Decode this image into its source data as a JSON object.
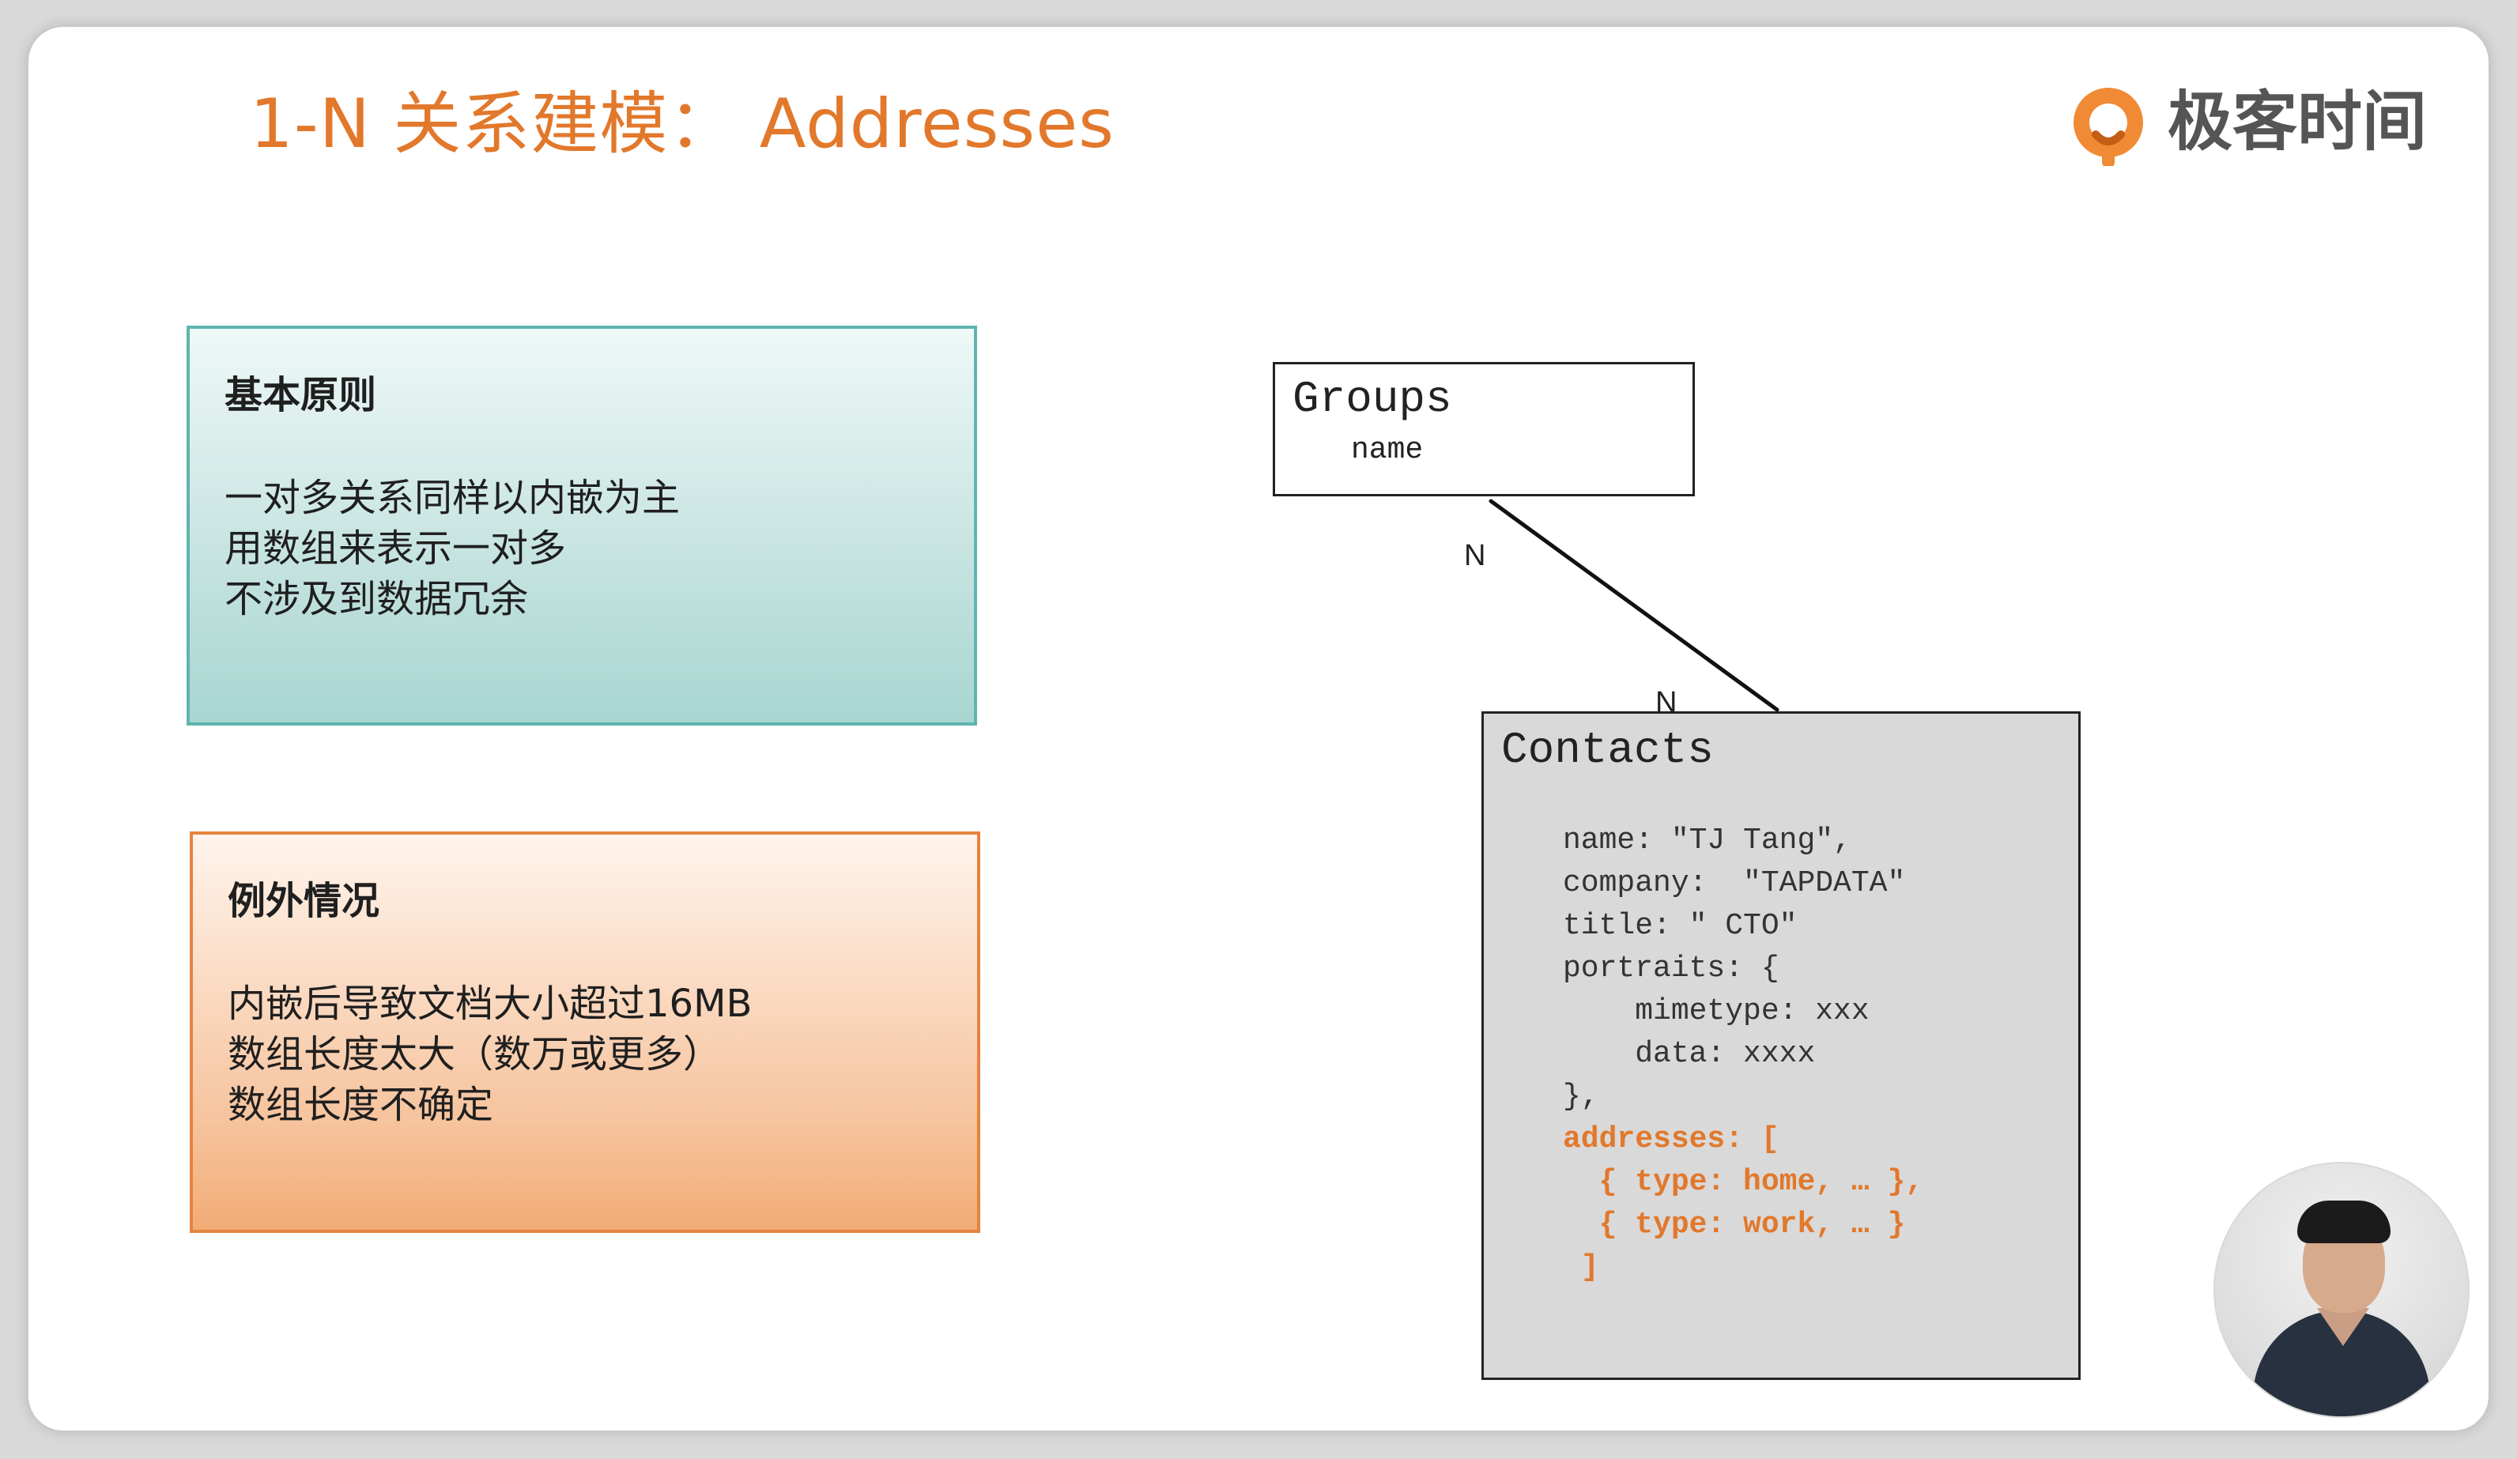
{
  "slide": {
    "title": "1-N 关系建模： Addresses",
    "brand": "极客时间"
  },
  "principle_box": {
    "title": "基本原则",
    "lines": [
      "一对多关系同样以内嵌为主",
      "用数组来表示一对多",
      "不涉及到数据冗余"
    ]
  },
  "exception_box": {
    "title": "例外情况",
    "lines": [
      "内嵌后导致文档大小超过16MB",
      "数组长度太大（数万或更多）",
      "数组长度不确定"
    ]
  },
  "diagram": {
    "groups": {
      "title": "Groups",
      "field": "name"
    },
    "contacts": {
      "title": "Contacts",
      "lines": [
        "name: \"TJ Tang\",",
        "company:  \"TAPDATA\"",
        "title: \" CTO\"",
        "portraits: {",
        "    mimetype: xxx",
        "    data: xxxx",
        "},",
        "addresses: [",
        "  { type: home, … },",
        "  { type: work, … }",
        " ]"
      ]
    },
    "relation": {
      "left_label": "N",
      "right_label": "N"
    }
  },
  "colors": {
    "accent": "#e2782b",
    "teal": "#5fb4af"
  },
  "icons": {
    "brand_mark": "geektime-logo-icon",
    "presenter": "presenter-avatar"
  }
}
